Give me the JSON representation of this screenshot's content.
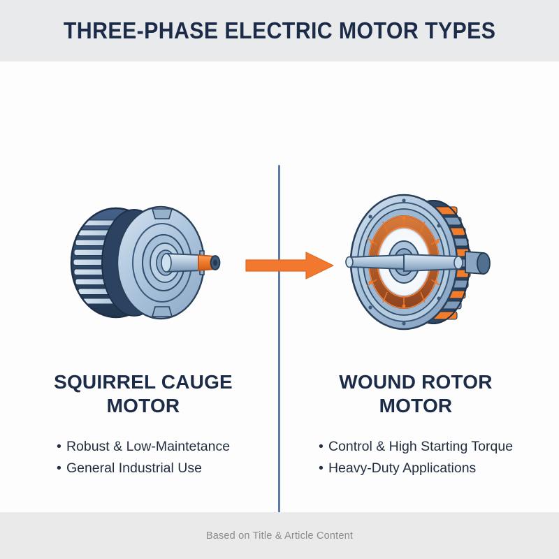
{
  "header": {
    "title": "THREE-PHASE ELECTRIC MOTOR TYPES",
    "band_color": "#e9eaec",
    "title_color": "#1b2b48"
  },
  "theme": {
    "background": "#fdfdfd",
    "navy": "#1b2b48",
    "accent_orange": "#f27830",
    "divider_blue": "#5c7ba8",
    "steel_light": "#b9cde0",
    "steel_mid": "#8fabc8",
    "steel_dark": "#44607f",
    "body_dark": "#2f4868",
    "copper": "#b8612e",
    "outline": "#223449"
  },
  "divider": {
    "name": "vertical-divider",
    "color": "#5c7ba8"
  },
  "arrow": {
    "name": "transition-arrow",
    "direction": "right",
    "color": "#f27830"
  },
  "columns": [
    {
      "id": "squirrel-cage",
      "illustration": "squirrel-cage-motor-illustration",
      "heading_line1": "SQUIRREL CAUGE",
      "heading_line2": "MOTOR",
      "bullets": [
        "Robust & Low-Maintetance",
        "General Industrial Use"
      ]
    },
    {
      "id": "wound-rotor",
      "illustration": "wound-rotor-motor-illustration",
      "heading_line1": "WOUND ROTOR",
      "heading_line2": "MOTOR",
      "bullets": [
        "Control & High Starting Torque",
        "Heavy-Duty Applications"
      ]
    }
  ],
  "footer": {
    "text": "Based on Title & Article Content",
    "band_color": "#eaeaeb",
    "text_color": "#8b8b8b"
  },
  "bullet_glyph": "•"
}
